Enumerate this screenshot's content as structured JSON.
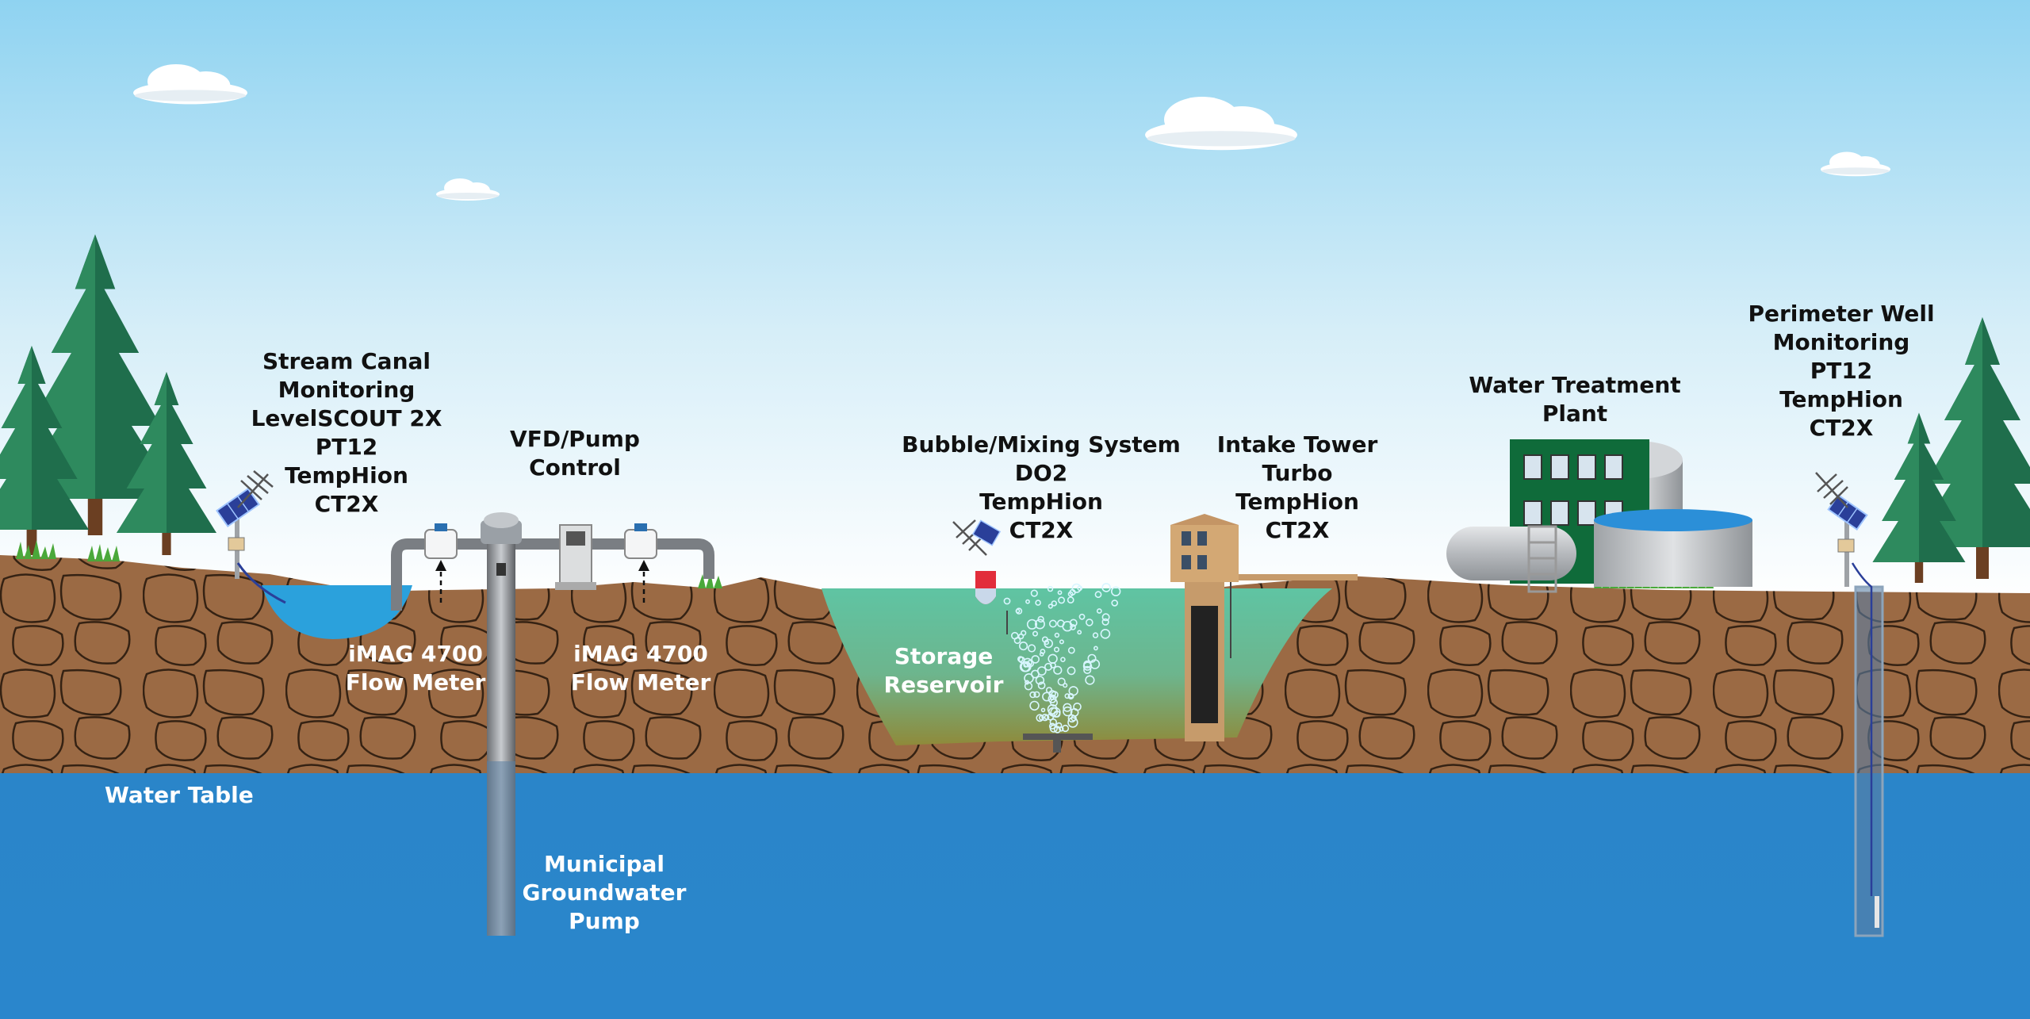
{
  "labels": {
    "stream_canal": [
      "Stream Canal",
      "Monitoring",
      "LevelSCOUT 2X",
      "PT12",
      "TempHion",
      "CT2X"
    ],
    "vfd_pump": [
      "VFD/Pump",
      "Control"
    ],
    "flow_meter_left": [
      "iMAG 4700",
      "Flow Meter"
    ],
    "flow_meter_right": [
      "iMAG 4700",
      "Flow Meter"
    ],
    "water_table": "Water Table",
    "groundwater_pump": [
      "Municipal",
      "Groundwater",
      "Pump"
    ],
    "bubble_mixing": [
      "Bubble/Mixing System",
      "DO2",
      "TempHion",
      "CT2X"
    ],
    "storage_reservoir": [
      "Storage",
      "Reservoir"
    ],
    "intake_tower": [
      "Intake Tower",
      "Turbo",
      "TempHion",
      "CT2X"
    ],
    "water_treatment": [
      "Water Treatment",
      "Plant"
    ],
    "perimeter_well": [
      "Perimeter Well",
      "Monitoring",
      "PT12",
      "TempHion",
      "CT2X"
    ]
  },
  "icons": [
    "pine-tree-icon",
    "cloud-icon",
    "solar-panel-icon",
    "antenna-icon",
    "flow-meter-icon",
    "pump-control-cabinet-icon",
    "well-casing-icon",
    "buoy-icon",
    "bubbles-icon",
    "intake-tower-icon",
    "treatment-plant-icon"
  ],
  "colors": {
    "sky_top": "#8fd3f1",
    "sky_bottom": "#ffffff",
    "soil": "#9b6a44",
    "rock_line": "#2a1a0e",
    "groundwater": "#2a85c9",
    "reservoir": "#5fc4a3",
    "stream": "#2ba1dc",
    "building_green": "#0f6b3a",
    "tree_green": "#1f6e4c"
  }
}
